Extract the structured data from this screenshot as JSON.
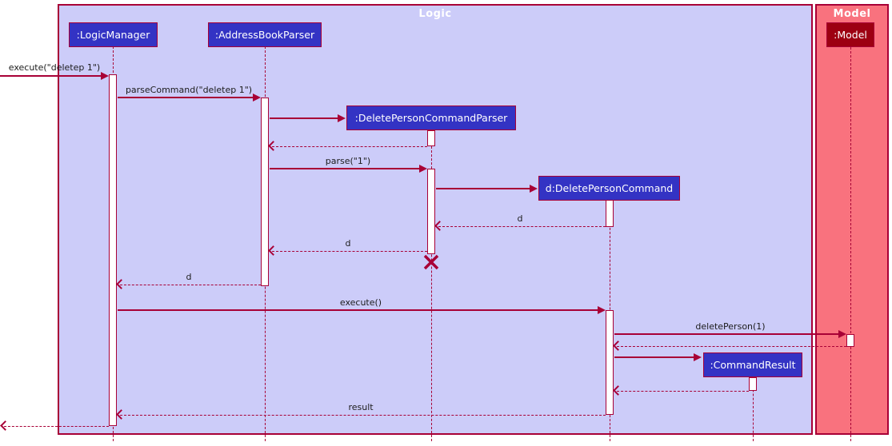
{
  "palette": {
    "crimson": "#A80036",
    "logic-fill": "#CCCCF9",
    "model-fill": "#F9727E",
    "participant-fill": "#3333C4",
    "model-participant-fill": "#9D0012",
    "participant-text": "#FFFFFF",
    "message-text": "#1C1C1C",
    "activation-fill": "#FFFFFF"
  },
  "diagram_type": "uml-sequence-diagram",
  "frames": {
    "logic": {
      "title": "Logic"
    },
    "model": {
      "title": "Model"
    }
  },
  "participants": [
    {
      "id": "logic-manager",
      "label": ":LogicManager",
      "frame": "Logic"
    },
    {
      "id": "address-book-parser",
      "label": ":AddressBookParser",
      "frame": "Logic"
    },
    {
      "id": "delete-person-command-parser",
      "label": ":DeletePersonCommandParser",
      "frame": "Logic",
      "created_during_scenario": true,
      "destroyed_during_scenario": true
    },
    {
      "id": "delete-person-command",
      "label": "d:DeletePersonCommand",
      "frame": "Logic",
      "created_during_scenario": true
    },
    {
      "id": "command-result",
      "label": ":CommandResult",
      "frame": "Logic",
      "created_during_scenario": true
    },
    {
      "id": "model",
      "label": ":Model",
      "frame": "Model"
    }
  ],
  "messages": [
    {
      "label": "execute(\"deletep 1\")",
      "type": "sync",
      "from": "(caller)",
      "to": ":LogicManager"
    },
    {
      "label": "parseCommand(\"deletep 1\")",
      "type": "sync",
      "from": ":LogicManager",
      "to": ":AddressBookParser"
    },
    {
      "label": "",
      "type": "create",
      "from": ":AddressBookParser",
      "to": ":DeletePersonCommandParser"
    },
    {
      "label": "",
      "type": "return",
      "from": ":DeletePersonCommandParser",
      "to": ":AddressBookParser"
    },
    {
      "label": "parse(\"1\")",
      "type": "sync",
      "from": ":AddressBookParser",
      "to": ":DeletePersonCommandParser"
    },
    {
      "label": "",
      "type": "create",
      "from": ":DeletePersonCommandParser",
      "to": "d:DeletePersonCommand"
    },
    {
      "label": "d",
      "type": "return",
      "from": "d:DeletePersonCommand",
      "to": ":DeletePersonCommandParser"
    },
    {
      "label": "d",
      "type": "return",
      "from": ":DeletePersonCommandParser",
      "to": ":AddressBookParser"
    },
    {
      "label": "d",
      "type": "return",
      "from": ":AddressBookParser",
      "to": ":LogicManager"
    },
    {
      "label": "execute()",
      "type": "sync",
      "from": ":LogicManager",
      "to": "d:DeletePersonCommand"
    },
    {
      "label": "deletePerson(1)",
      "type": "sync",
      "from": "d:DeletePersonCommand",
      "to": ":Model"
    },
    {
      "label": "",
      "type": "return",
      "from": ":Model",
      "to": "d:DeletePersonCommand"
    },
    {
      "label": "",
      "type": "create",
      "from": "d:DeletePersonCommand",
      "to": ":CommandResult"
    },
    {
      "label": "",
      "type": "return",
      "from": ":CommandResult",
      "to": "d:DeletePersonCommand"
    },
    {
      "label": "result",
      "type": "return",
      "from": "d:DeletePersonCommand",
      "to": ":LogicManager"
    },
    {
      "label": "",
      "type": "return",
      "from": ":LogicManager",
      "to": "(caller)"
    }
  ],
  "icons": {
    "destruction_marker": "x-cross"
  }
}
